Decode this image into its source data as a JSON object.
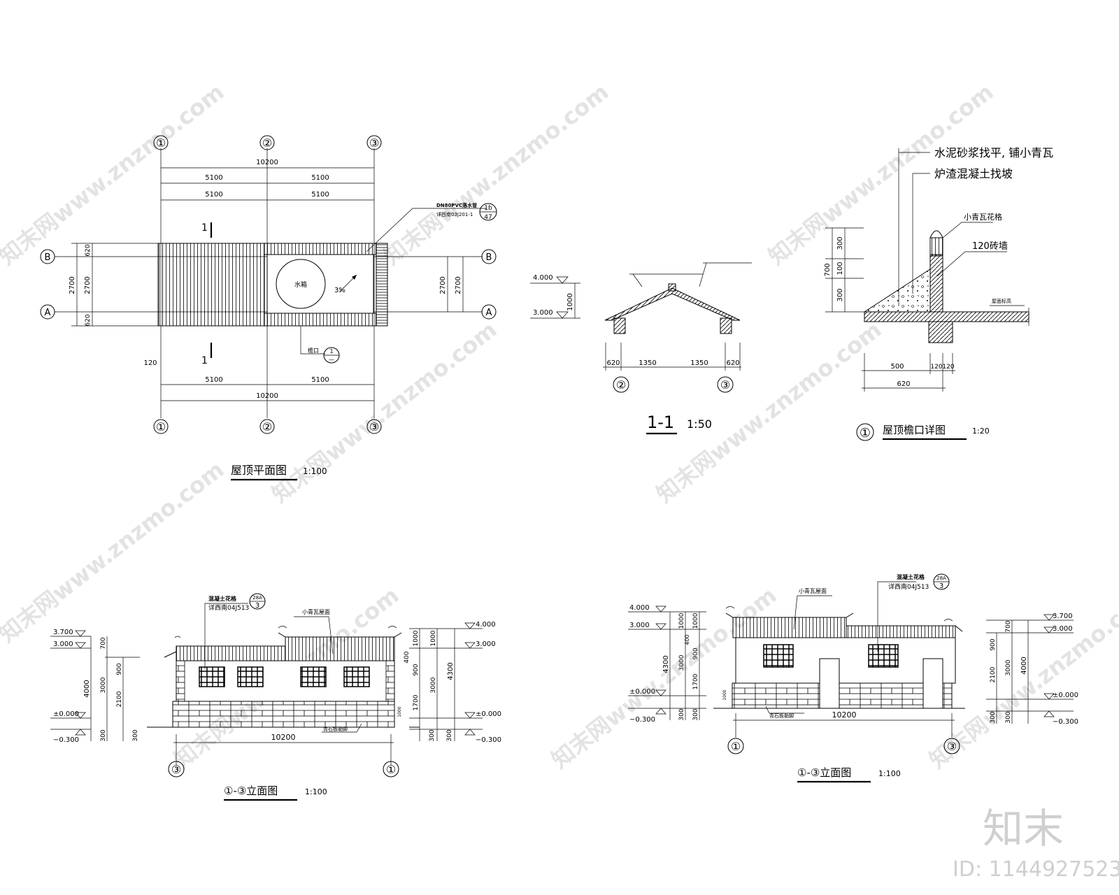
{
  "watermark": "知末网www.znzmo.com",
  "brand": {
    "logo_text": "知末",
    "id_text": "ID: 1144927523"
  },
  "roof_plan": {
    "title": "屋顶平面图",
    "scale": "1:100",
    "axes_num": [
      "①",
      "②",
      "③"
    ],
    "axes_letter": [
      "A",
      "B"
    ],
    "dim_total": "10200",
    "dim_half": "5100",
    "dim_2700": "2700",
    "dim_620": "620",
    "dim_120": "120",
    "section_mark": "1",
    "center_label": "水箱",
    "slope": "3%",
    "drain_note": "DN80PVC落水管",
    "drain_ref": "详西南03J201-1",
    "drain_circle_top": "1b",
    "drain_circle_bottom": "47",
    "eave_note": "檐口",
    "eave_circle_top": "1",
    "eave_circle_bottom": "—"
  },
  "section": {
    "title": "1-1",
    "scale": "1:50",
    "elev_top": "4.000",
    "elev_bottom": "3.000",
    "dim_1000": "1000",
    "dims": [
      "620",
      "1350",
      "1350",
      "620"
    ],
    "axes": [
      "②",
      "③"
    ]
  },
  "eave_detail": {
    "title": "屋顶檐口详图",
    "scale": "1:20",
    "circle": "①",
    "note1": "水泥砂浆找平, 铺小青瓦",
    "note2": "炉渣混凝土找坡",
    "note3": "小青瓦花格",
    "note4": "120砖墙",
    "note5": "屋面标高",
    "dims_v": [
      "300",
      "100",
      "300"
    ],
    "dim_total_v": "700",
    "dims_h": [
      "500",
      "120",
      "120"
    ],
    "dim_total_h": "620"
  },
  "elev_left": {
    "title": "①-③立面图",
    "scale": "1:100",
    "note_a": "混凝土花格",
    "note_a_ref": "详西南04J513",
    "note_a_circle_top": "28A",
    "note_a_circle_bottom": "3",
    "note_b": "小青瓦屋面",
    "note_c": "青石板勒脚",
    "levels_left": [
      "3.700",
      "3.000",
      "±0.000",
      "−0.300"
    ],
    "levels_right": [
      "4.000",
      "3.000",
      "±0.000",
      "−0.300"
    ],
    "dims_left_a": [
      "700",
      "3000",
      "300"
    ],
    "dims_left_b": [
      "900",
      "2100",
      "300"
    ],
    "dim_left_total": "4000",
    "dims_right_a": [
      "1000",
      "900",
      "1700",
      "300"
    ],
    "dims_right_b": [
      "1000",
      "3000",
      "300"
    ],
    "dim_right_total": "4300",
    "dim_400": "400",
    "dim_1000": "1000",
    "dim_width": "10200",
    "axes": [
      "③",
      "①"
    ]
  },
  "elev_right": {
    "title": "①-③立面图",
    "scale": "1:100",
    "note_a": "混凝土花格",
    "note_a_ref": "详西南04J513",
    "note_a_circle_top": "28A",
    "note_a_circle_bottom": "3",
    "note_b": "小青瓦屋面",
    "note_c": "青石板勒脚",
    "levels_left": [
      "4.000",
      "3.000",
      "±0.000",
      "−0.300"
    ],
    "levels_right": [
      "3.700",
      "3.000",
      "±0.000",
      "−0.300"
    ],
    "dims_left_a": [
      "1000",
      "3000",
      "300"
    ],
    "dims_left_b": [
      "1000",
      "400",
      "900",
      "1700",
      "300"
    ],
    "dim_left_total": "4300",
    "dims_right_a": [
      "700",
      "3000",
      "300"
    ],
    "dims_right_b": [
      "900",
      "2100",
      "300"
    ],
    "dim_right_total": "4000",
    "dim_1000": "1000",
    "dim_width": "10200",
    "axes": [
      "①",
      "③"
    ]
  }
}
